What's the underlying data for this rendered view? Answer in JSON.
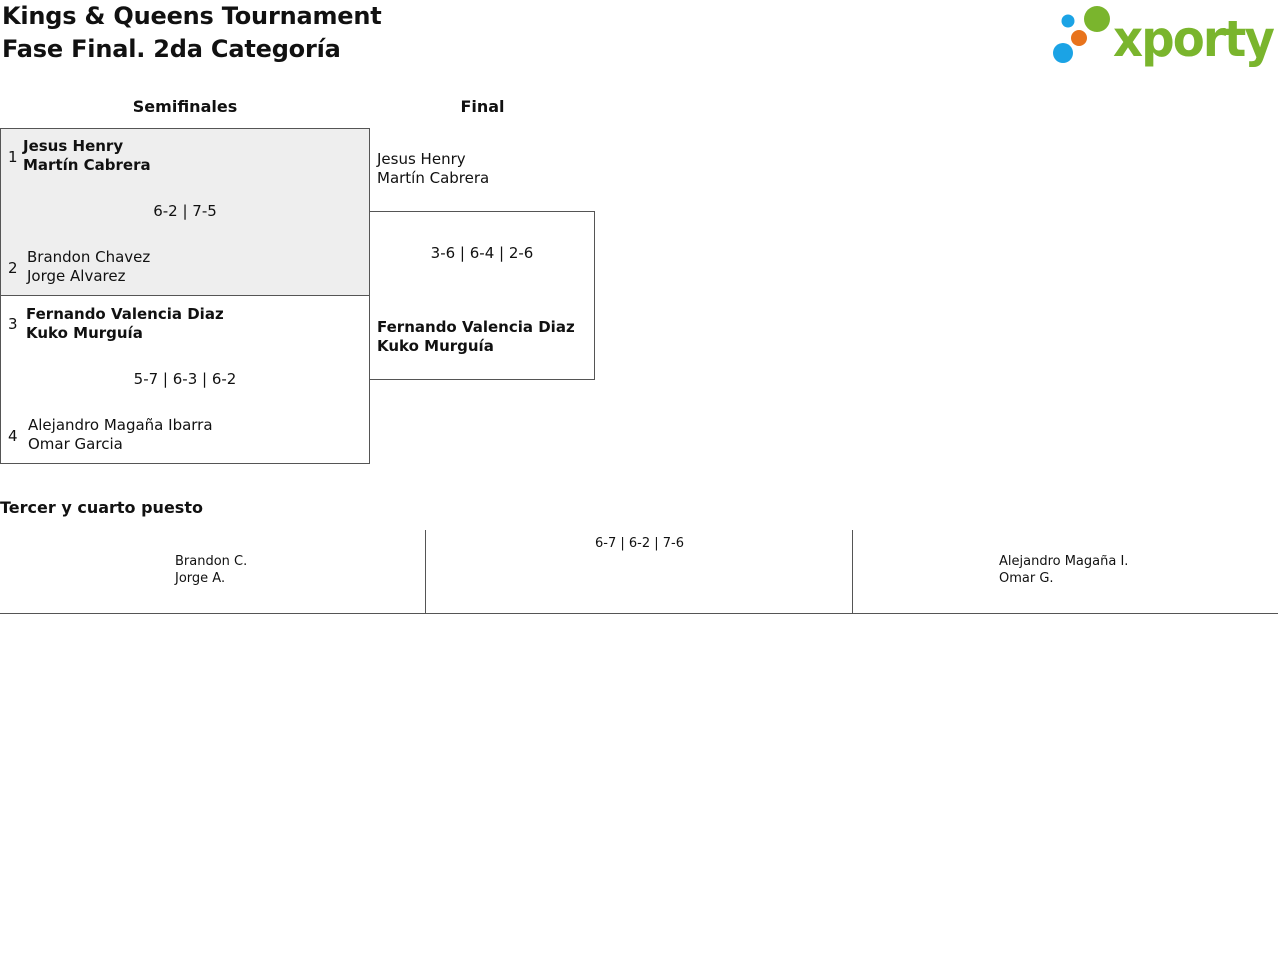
{
  "header": {
    "title_line1": "Kings & Queens Tournament",
    "title_line2": "Fase Final. 2da Categoría"
  },
  "logo": {
    "text": "xporty",
    "icon": "xporty-dots-logo",
    "colors": {
      "green": "#7ab52d",
      "orange": "#e8731c",
      "blue": "#1ba3e5"
    }
  },
  "rounds": {
    "semifinals_label": "Semifinales",
    "final_label": "Final"
  },
  "semifinals": [
    {
      "highlighted": true,
      "team_a": {
        "seed": "1",
        "players": [
          "Jesus Henry",
          "Martín Cabrera"
        ],
        "winner": true
      },
      "team_b": {
        "seed": "2",
        "players": [
          "Brandon Chavez",
          "Jorge Alvarez"
        ],
        "winner": false
      },
      "score": "6-2 | 7-5"
    },
    {
      "highlighted": false,
      "team_a": {
        "seed": "3",
        "players": [
          "Fernando Valencia Diaz",
          "Kuko Murguía"
        ],
        "winner": true
      },
      "team_b": {
        "seed": "4",
        "players": [
          "Alejandro Magaña Ibarra",
          "Omar Garcia"
        ],
        "winner": false
      },
      "score": "5-7 | 6-3 | 6-2"
    }
  ],
  "final": {
    "team_a": {
      "players": [
        "Jesus Henry",
        "Martín Cabrera"
      ],
      "winner": false
    },
    "team_b": {
      "players": [
        "Fernando Valencia Diaz",
        "Kuko Murguía"
      ],
      "winner": true
    },
    "score": "3-6 | 6-4 | 2-6"
  },
  "third_place": {
    "label": "Tercer y cuarto puesto",
    "team_a": {
      "players": [
        "Brandon C.",
        "Jorge A."
      ]
    },
    "score": "6-7 | 6-2 | 7-6",
    "team_b": {
      "players": [
        "Alejandro Magaña I.",
        "Omar G."
      ]
    }
  },
  "colors": {
    "highlight_bg": "#eeeeee",
    "border": "#555555",
    "text": "#111111"
  }
}
